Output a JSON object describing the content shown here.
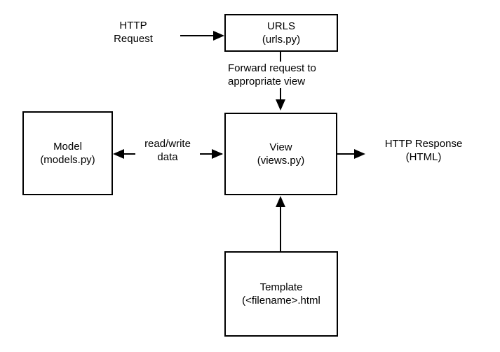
{
  "diagram": {
    "title": "Django request/response architecture diagram",
    "colors": {
      "background": "#ffffff",
      "ink": "#000000"
    }
  },
  "nodes": {
    "urls": {
      "title": "URLS",
      "subtitle": "(urls.py)"
    },
    "view": {
      "title": "View",
      "subtitle": "(views.py)"
    },
    "model": {
      "title": "Model",
      "subtitle": "(models.py)"
    },
    "template": {
      "title": "Template",
      "subtitle": "(<filename>.html"
    }
  },
  "labels": {
    "http_request": {
      "line1": "HTTP",
      "line2": "Request"
    },
    "forward": {
      "line1": "Forward request to",
      "line2": "appropriate view"
    },
    "read_write": {
      "line1": "read/write",
      "line2": "data"
    },
    "http_response": {
      "line1": "HTTP Response",
      "line2": "(HTML)"
    }
  }
}
